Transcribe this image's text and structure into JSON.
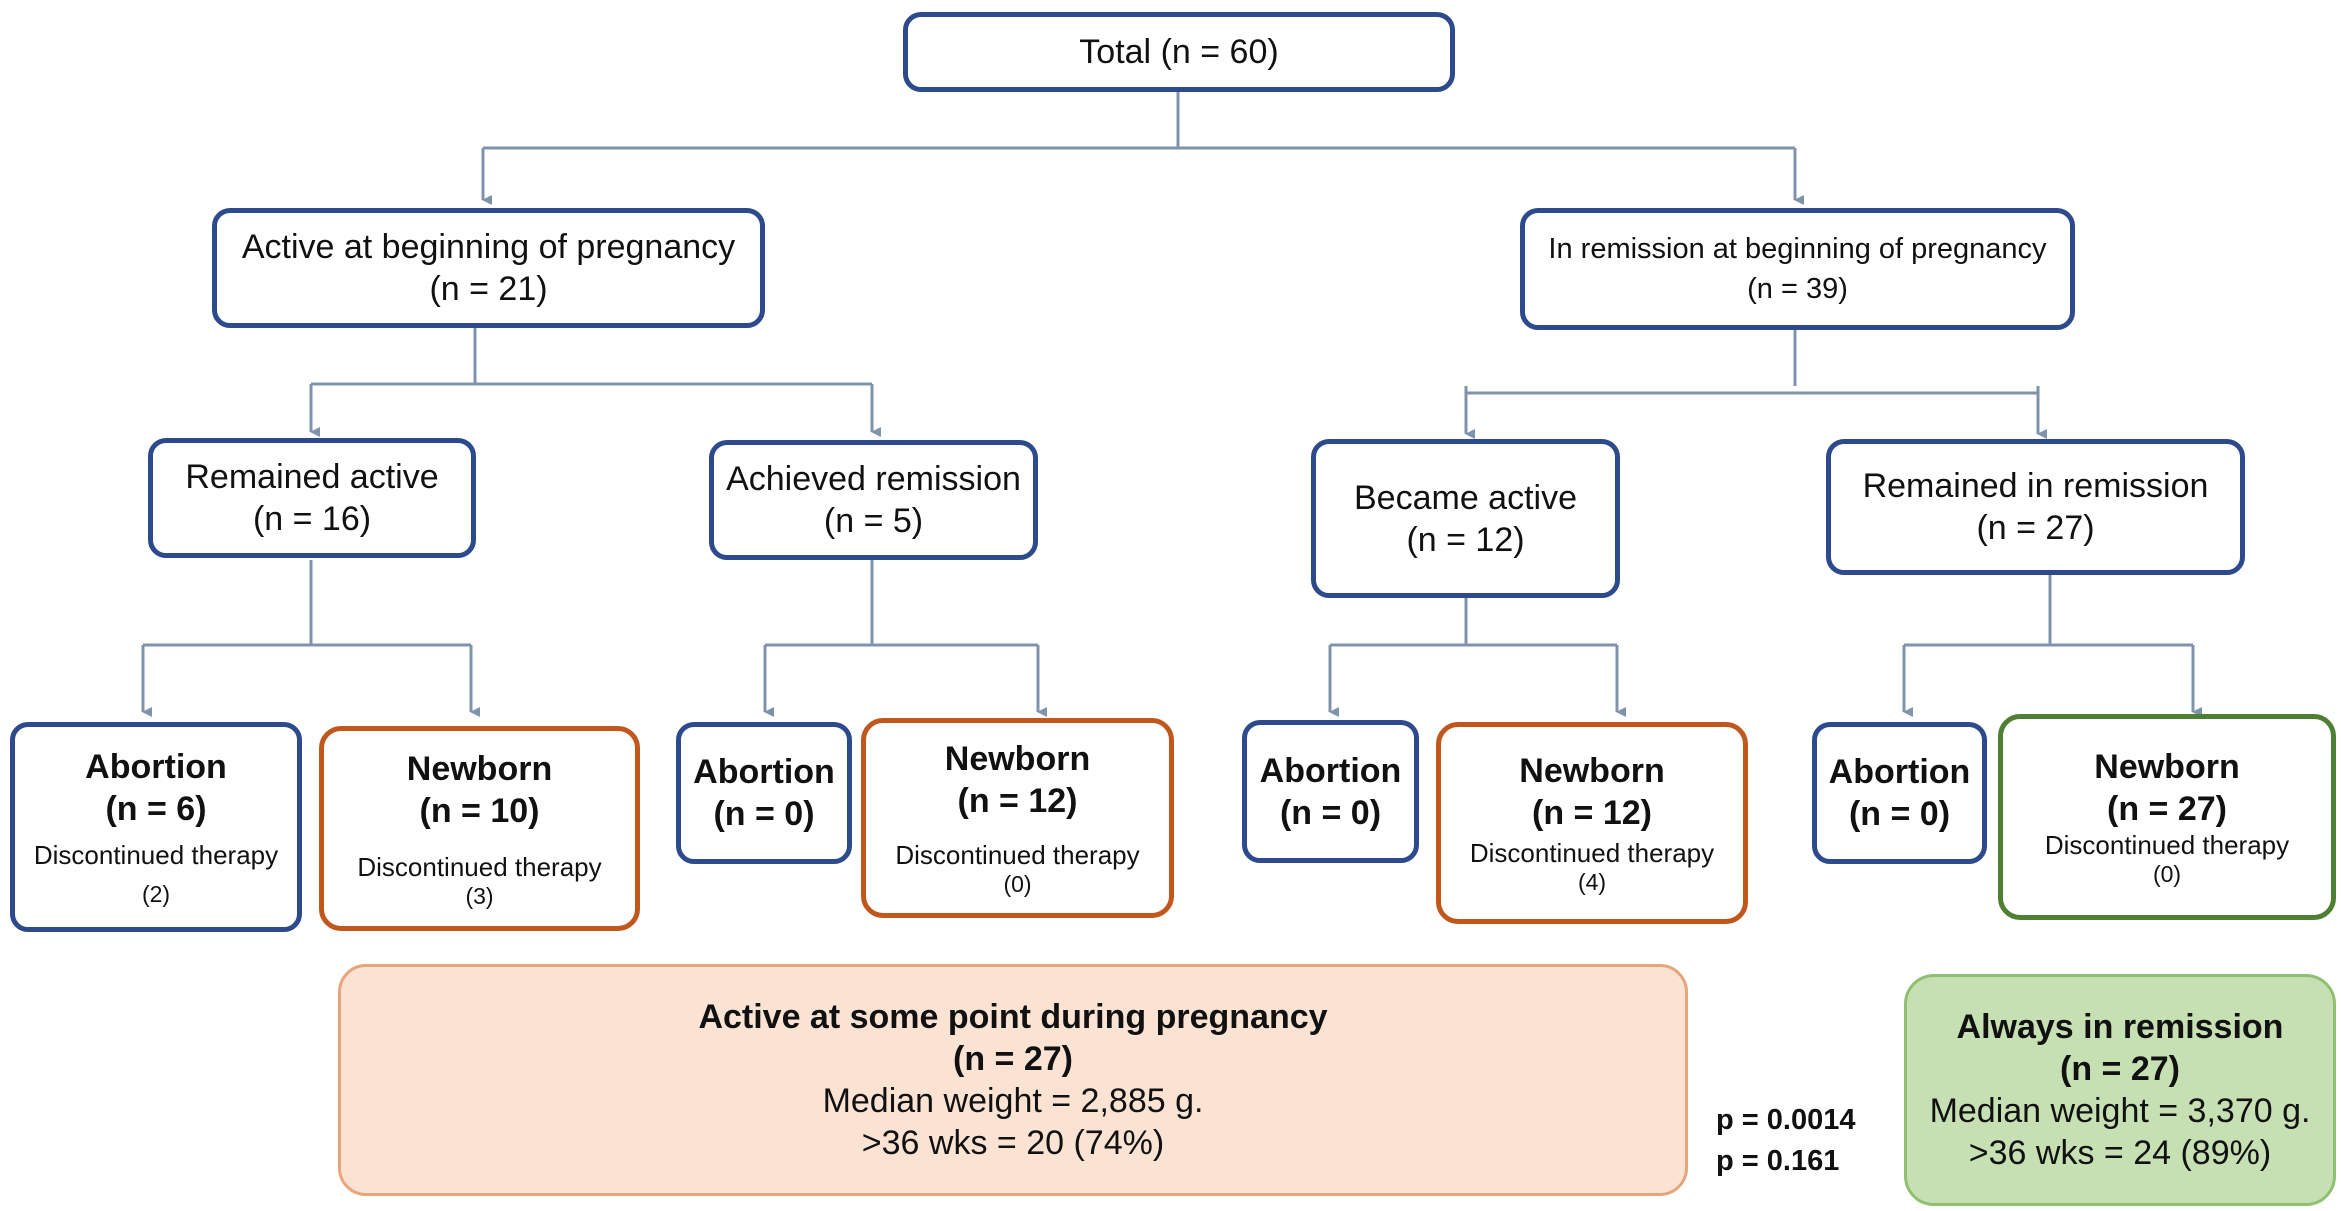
{
  "total": {
    "label": "Total",
    "n": "(n = 60)"
  },
  "active_start": {
    "label": "Active at beginning of pregnancy",
    "n": "(n = 21)"
  },
  "remission_start": {
    "label": "In remission at beginning of pregnancy",
    "n": "(n = 39)"
  },
  "remained_active": {
    "label": "Remained active",
    "n": "(n = 16)"
  },
  "achieved_remission": {
    "label": "Achieved remission",
    "n": "(n = 5)"
  },
  "became_active": {
    "label": "Became active",
    "n": "(n = 12)"
  },
  "remained_remission": {
    "label": "Remained in remission",
    "n": "(n = 27)"
  },
  "outcomes": [
    {
      "title": "Abortion",
      "n": "(n = 6)",
      "note": "Discontinued therapy",
      "note_n": "(2)"
    },
    {
      "title": "Newborn",
      "n": "(n = 10)",
      "note": "Discontinued therapy",
      "note_n": "(3)"
    },
    {
      "title": "Abortion",
      "n": "(n = 0)"
    },
    {
      "title": "Newborn",
      "n": "(n = 12)",
      "note": "Discontinued therapy",
      "note_n": "(0)"
    },
    {
      "title": "Abortion",
      "n": "(n = 0)"
    },
    {
      "title": "Newborn",
      "n": "(n = 12)",
      "note": "Discontinued therapy",
      "note_n": "(4)"
    },
    {
      "title": "Abortion",
      "n": "(n = 0)"
    },
    {
      "title": "Newborn",
      "n": "(n = 27)",
      "note": "Discontinued therapy",
      "note_n": "(0)"
    }
  ],
  "summary_active": {
    "title": "Active at some point during pregnancy",
    "n": "(n = 27)",
    "weight": "Median weight = 2,885 g.",
    "weeks": ">36 wks = 20 (74%)"
  },
  "summary_remission": {
    "title": "Always in remission",
    "n": "(n = 27)",
    "weight": "Median weight = 3,370 g.",
    "weeks": ">36 wks = 24 (89%)"
  },
  "p_values": {
    "weight": "p = 0.0014",
    "weeks": "p = 0.161"
  },
  "colors": {
    "connector": "#8093ad",
    "blue_border": "#2c4a8c",
    "orange_border": "#c0581e",
    "green_border": "#4f7f32",
    "orange_fill": "#fbe3d4",
    "green_fill": "#c6e0b3"
  }
}
